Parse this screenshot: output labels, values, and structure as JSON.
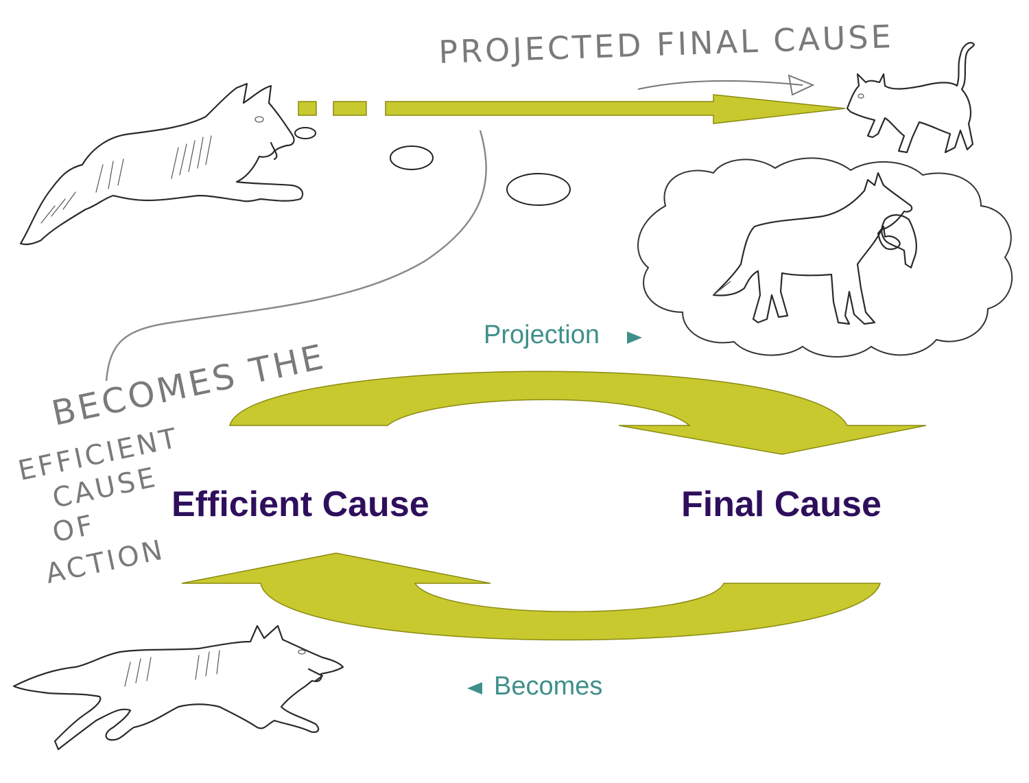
{
  "colors": {
    "arrow_fill": "#c8c92e",
    "arrow_stroke": "#8a8a10",
    "cause_text": "#2e0f5c",
    "label_text": "#3f8f8a",
    "handwriting": "#7a7a7a"
  },
  "annotations": {
    "projected_final_cause": "PROJECTED FINAL CAUSE",
    "becomes_the_line1": "BECOMES THE",
    "becomes_the_line2": "EFFICIENT",
    "becomes_the_line3": "CAUSE",
    "becomes_the_line4": "OF",
    "becomes_the_line5": "ACTION"
  },
  "labels": {
    "projection": "Projection",
    "becomes": "Becomes",
    "efficient_cause": "Efficient Cause",
    "final_cause": "Final Cause"
  },
  "illustrations": {
    "resting_wolf": "wolf-lying-icon",
    "cat": "cat-icon",
    "thought_cloud": "thought-cloud-icon",
    "wolf_with_cat": "wolf-carrying-cat-icon",
    "running_wolf": "wolf-running-icon"
  }
}
